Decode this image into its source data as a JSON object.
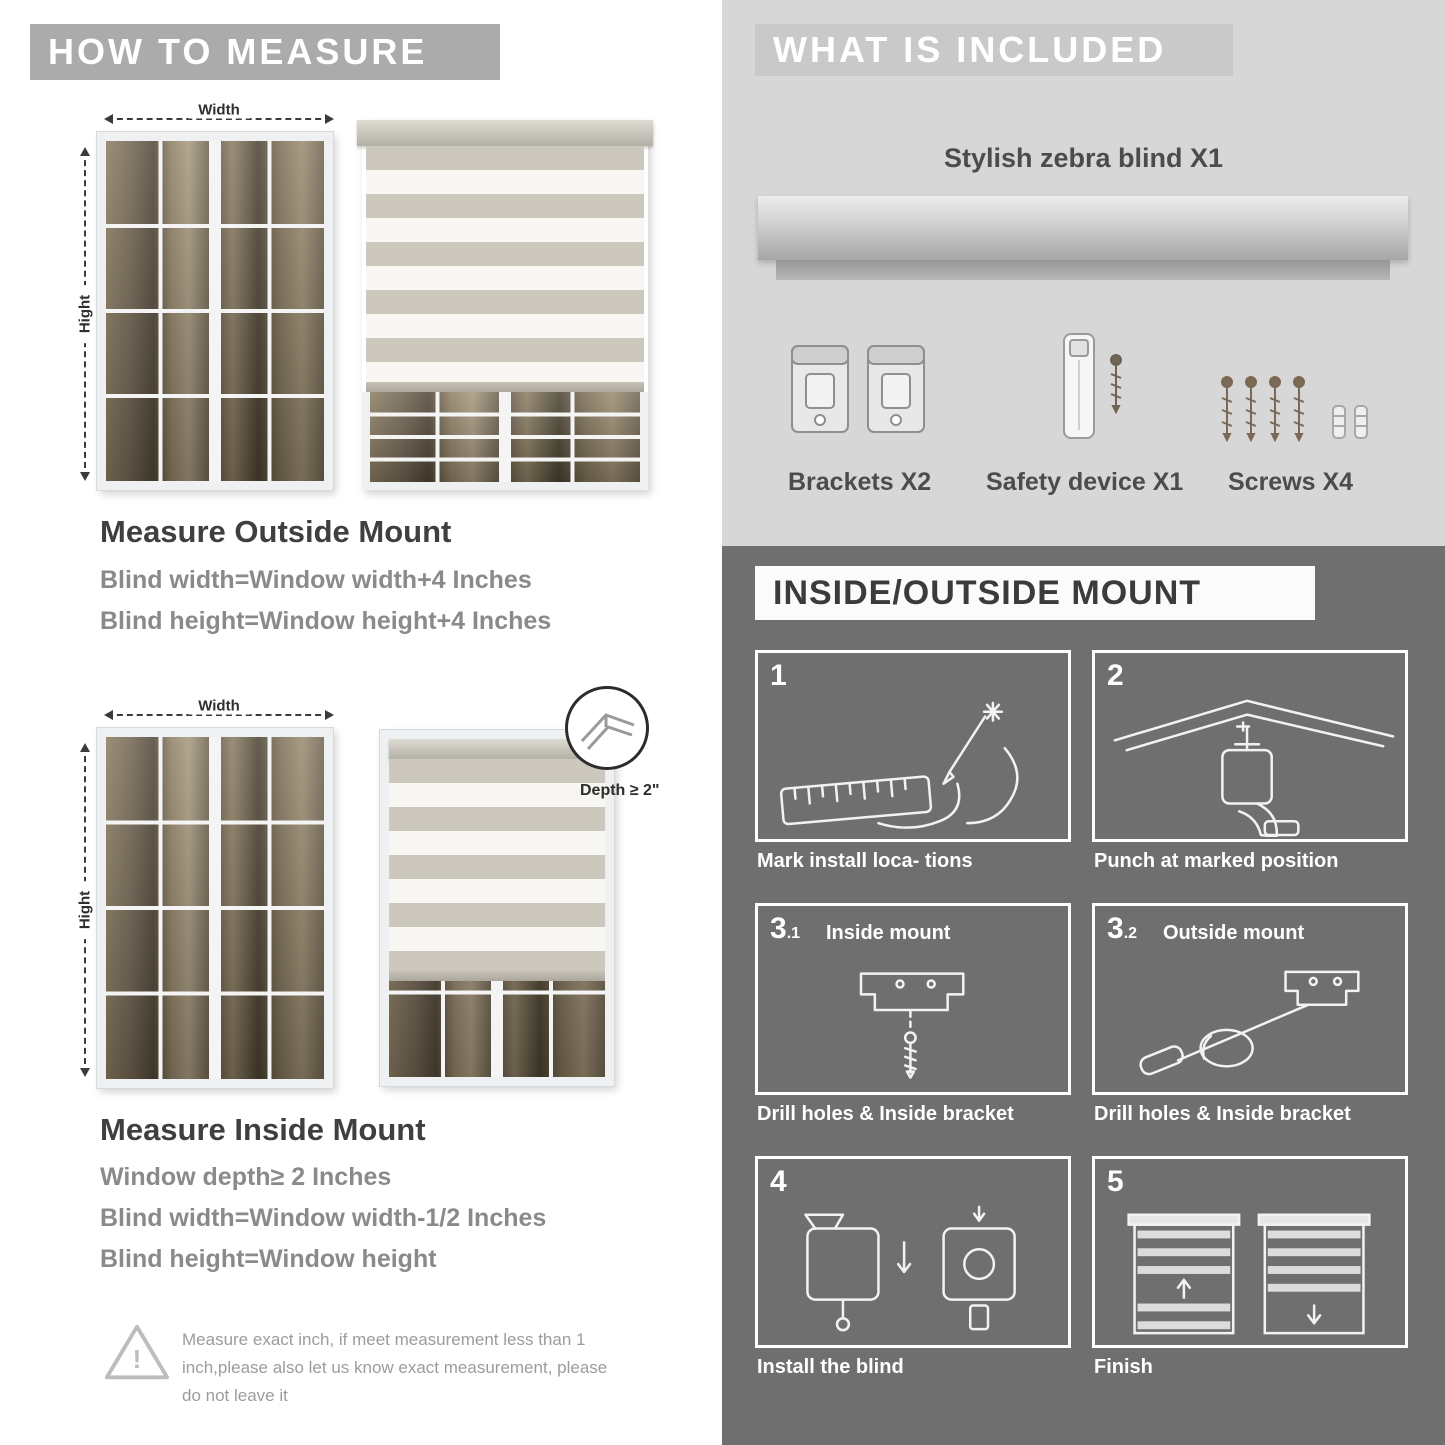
{
  "colors": {
    "banner_gray": "#ababab",
    "included_bg": "#d7d7d7",
    "mount_bg": "#6f6f6f",
    "text_dark": "#3f3f3f",
    "text_gray": "#8a8a8a"
  },
  "how_to_measure": {
    "header": "HOW TO MEASURE",
    "outside": {
      "width_label": "Width",
      "height_label": "Hight",
      "title": "Measure Outside Mount",
      "lines": [
        "Blind width=Window width+4 Inches",
        "Blind height=Window height+4 Inches"
      ]
    },
    "inside": {
      "width_label": "Width",
      "height_label": "Hight",
      "depth_label": "Depth ≥ 2\"",
      "title": "Measure Inside Mount",
      "lines": [
        "Window depth≥ 2 Inches",
        "Blind width=Window width-1/2 Inches",
        "Blind height=Window height"
      ]
    },
    "warning": {
      "mark": "!",
      "text": "Measure exact inch, if meet measurement less than 1 inch,please also let us know exact measurement, please do not leave it"
    }
  },
  "included": {
    "header": "WHAT IS INCLUDED",
    "product_label": "Stylish zebra blind X1",
    "items": [
      {
        "label": "Brackets X2"
      },
      {
        "label": "Safety device X1"
      },
      {
        "label": "Screws X4"
      }
    ]
  },
  "mount_guide": {
    "header": "INSIDE/OUTSIDE MOUNT",
    "steps": [
      {
        "num": "1",
        "sub": "",
        "title": "",
        "caption": "Mark install loca- tions"
      },
      {
        "num": "2",
        "sub": "",
        "title": "",
        "caption": "Punch at  marked position"
      },
      {
        "num": "3",
        "sub": ".1",
        "title": "Inside mount",
        "caption": "Drill holes &  Inside bracket"
      },
      {
        "num": "3",
        "sub": ".2",
        "title": "Outside mount",
        "caption": "Drill holes &  Inside bracket"
      },
      {
        "num": "4",
        "sub": "",
        "title": "",
        "caption": "Install the blind"
      },
      {
        "num": "5",
        "sub": "",
        "title": "",
        "caption": "Finish"
      }
    ]
  }
}
